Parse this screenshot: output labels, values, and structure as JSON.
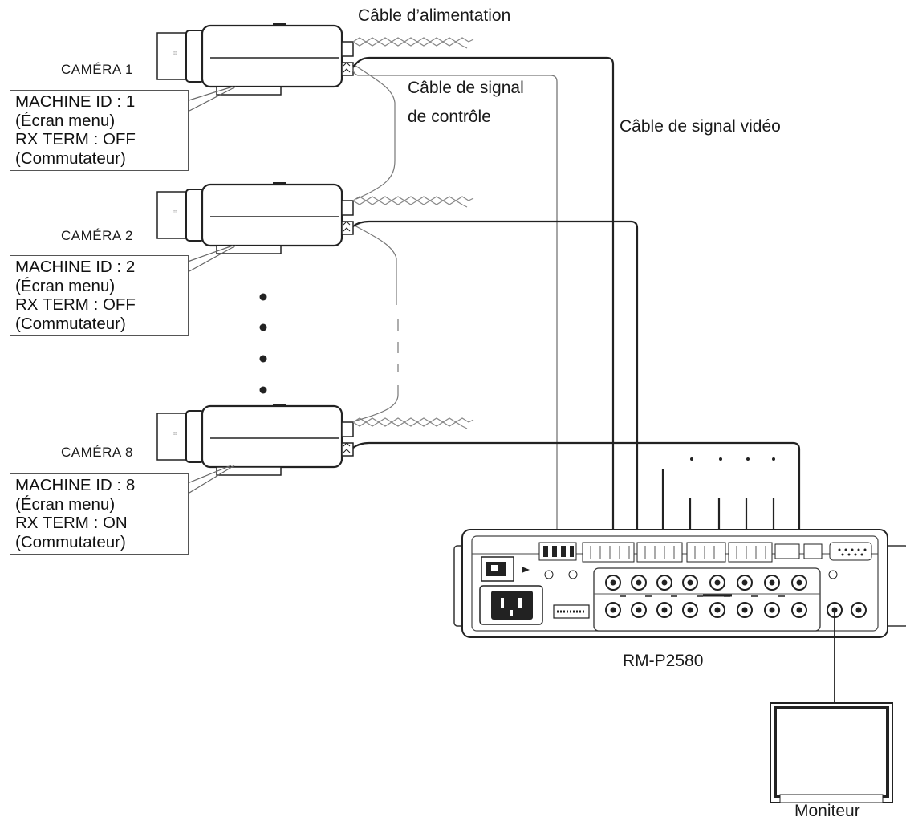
{
  "cables": {
    "power": "Câble d’alimentation",
    "control_line1": "Câble de signal",
    "control_line2": "de contrôle",
    "video": "Câble de signal vidéo"
  },
  "cameras": [
    {
      "label": "CAMÉRA  1",
      "machine_id": "MACHINE ID : 1",
      "id_note": "(Écran menu)",
      "rx_term": "RX TERM : OFF",
      "rx_note": "(Commutateur)"
    },
    {
      "label": "CAMÉRA  2",
      "machine_id": "MACHINE ID : 2",
      "id_note": "(Écran menu)",
      "rx_term": "RX TERM : OFF",
      "rx_note": "(Commutateur)"
    },
    {
      "label": "CAMÉRA  8",
      "machine_id": "MACHINE ID : 8",
      "id_note": "(Écran menu)",
      "rx_term": "RX TERM : ON",
      "rx_note": "(Commutateur)"
    }
  ],
  "devices": {
    "controller": "RM-P2580",
    "monitor": "Moniteur"
  }
}
